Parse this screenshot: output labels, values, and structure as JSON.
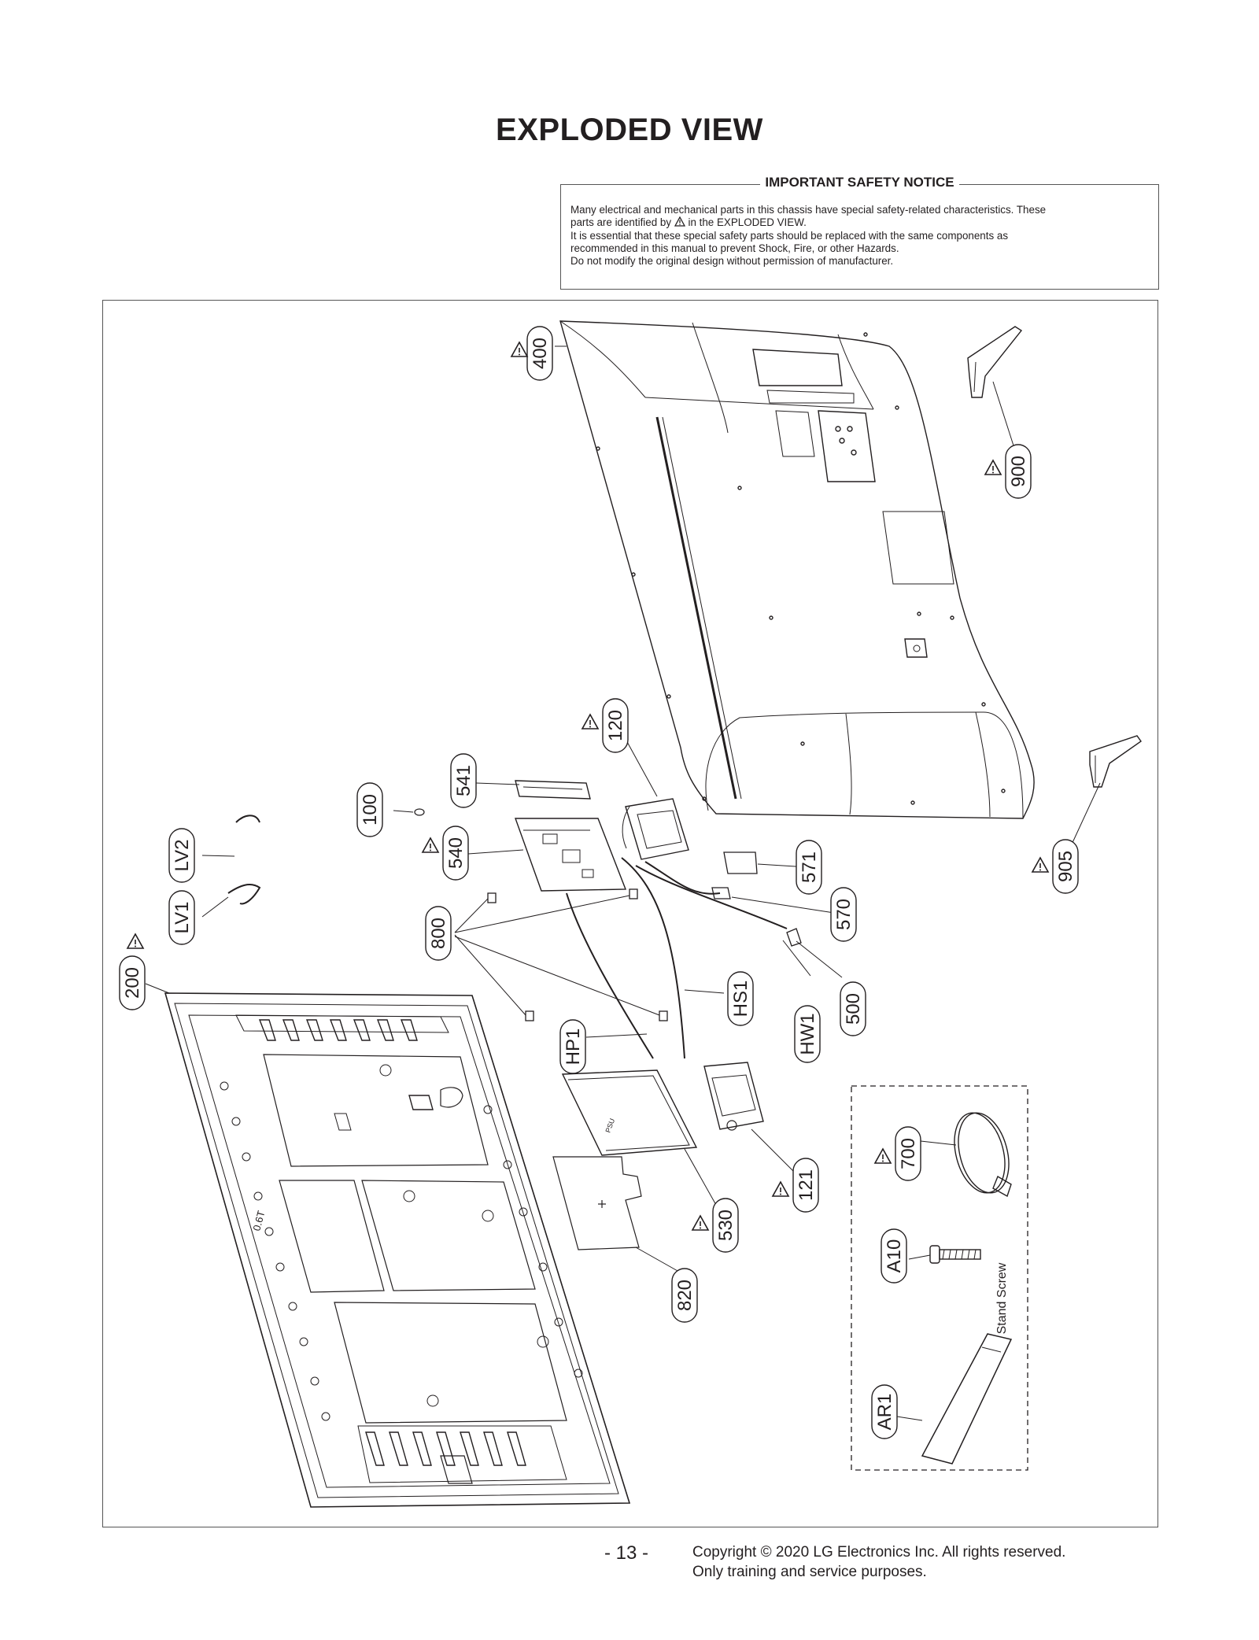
{
  "page": {
    "title": "EXPLODED VIEW",
    "page_number": "- 13 -",
    "copyright_line1": "Copyright © 2020 LG Electronics Inc. All rights reserved.",
    "copyright_line2": "Only training and service purposes."
  },
  "safety_notice": {
    "title": "IMPORTANT SAFETY NOTICE",
    "line1": "Many electrical and mechanical parts in this chassis have special safety-related characteristics. These",
    "line2_prefix": "parts are identified by",
    "line2_suffix": "in the EXPLODED VIEW.",
    "line3": "It is essential that these special safety parts should be replaced with the same components as",
    "line4": "recommended in this manual to prevent Shock, Fire, or other Hazards.",
    "line5": "Do not modify the original design without permission of manufacturer."
  },
  "diagram": {
    "part_labels": {
      "p400": "400",
      "p900": "900",
      "p905": "905",
      "p120": "120",
      "p541": "541",
      "p100": "100",
      "p540": "540",
      "pLV2": "LV2",
      "pLV1": "LV1",
      "p800": "800",
      "p571": "571",
      "p570": "570",
      "p500": "500",
      "pHW1": "HW1",
      "pHS1": "HS1",
      "pHP1": "HP1",
      "p200": "200",
      "p121": "121",
      "p530": "530",
      "p820": "820",
      "p700": "700",
      "pA10": "A10",
      "pAR1": "AR1"
    },
    "annotations": {
      "stand_screw": "Stand Screw",
      "panel_marking": "0.6T"
    }
  }
}
